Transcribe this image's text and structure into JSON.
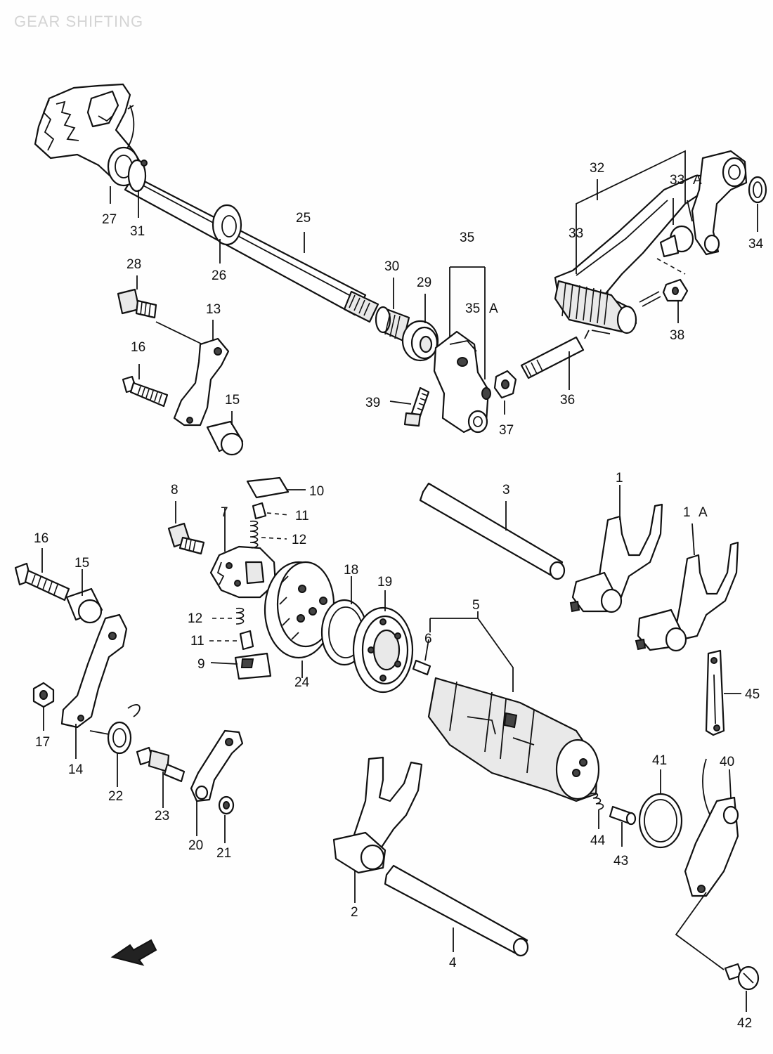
{
  "diagram": {
    "title": "GEAR SHIFTING",
    "labels": [
      {
        "id": "l1",
        "text": "1"
      },
      {
        "id": "l1a",
        "text": "1"
      },
      {
        "id": "l1a_suffix",
        "text": "A"
      },
      {
        "id": "l2",
        "text": "2"
      },
      {
        "id": "l3",
        "text": "3"
      },
      {
        "id": "l4",
        "text": "4"
      },
      {
        "id": "l5",
        "text": "5"
      },
      {
        "id": "l6",
        "text": "6"
      },
      {
        "id": "l7",
        "text": "7"
      },
      {
        "id": "l8",
        "text": "8"
      },
      {
        "id": "l9",
        "text": "9"
      },
      {
        "id": "l10",
        "text": "10"
      },
      {
        "id": "l11a",
        "text": "11"
      },
      {
        "id": "l11b",
        "text": "11"
      },
      {
        "id": "l12a",
        "text": "12"
      },
      {
        "id": "l12b",
        "text": "12"
      },
      {
        "id": "l13",
        "text": "13"
      },
      {
        "id": "l14",
        "text": "14"
      },
      {
        "id": "l15a",
        "text": "15"
      },
      {
        "id": "l15b",
        "text": "15"
      },
      {
        "id": "l16a",
        "text": "16"
      },
      {
        "id": "l16b",
        "text": "16"
      },
      {
        "id": "l17",
        "text": "17"
      },
      {
        "id": "l18",
        "text": "18"
      },
      {
        "id": "l19",
        "text": "19"
      },
      {
        "id": "l20",
        "text": "20"
      },
      {
        "id": "l21",
        "text": "21"
      },
      {
        "id": "l22",
        "text": "22"
      },
      {
        "id": "l23",
        "text": "23"
      },
      {
        "id": "l24",
        "text": "24"
      },
      {
        "id": "l25",
        "text": "25"
      },
      {
        "id": "l26",
        "text": "26"
      },
      {
        "id": "l27",
        "text": "27"
      },
      {
        "id": "l28",
        "text": "28"
      },
      {
        "id": "l29",
        "text": "29"
      },
      {
        "id": "l30",
        "text": "30"
      },
      {
        "id": "l31",
        "text": "31"
      },
      {
        "id": "l32",
        "text": "32"
      },
      {
        "id": "l33a",
        "text": "33"
      },
      {
        "id": "l33b",
        "text": "33"
      },
      {
        "id": "l33b_suffix",
        "text": "A"
      },
      {
        "id": "l34",
        "text": "34"
      },
      {
        "id": "l35",
        "text": "35"
      },
      {
        "id": "l35a",
        "text": "35"
      },
      {
        "id": "l35a_suffix",
        "text": "A"
      },
      {
        "id": "l36",
        "text": "36"
      },
      {
        "id": "l37",
        "text": "37"
      },
      {
        "id": "l38",
        "text": "38"
      },
      {
        "id": "l39",
        "text": "39"
      },
      {
        "id": "l40",
        "text": "40"
      },
      {
        "id": "l41",
        "text": "41"
      },
      {
        "id": "l42",
        "text": "42"
      },
      {
        "id": "l43",
        "text": "43"
      },
      {
        "id": "l44",
        "text": "44"
      },
      {
        "id": "l45",
        "text": "45"
      }
    ]
  }
}
